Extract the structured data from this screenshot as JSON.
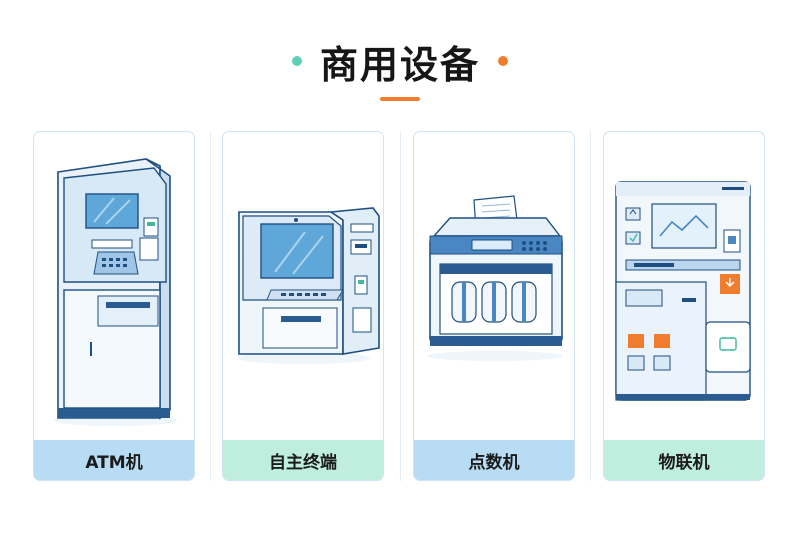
{
  "header": {
    "title": "商用设备",
    "left_dot_color": "#5fd0b5",
    "right_dot_color": "#f07d2e",
    "underline_color": "#f07d2e"
  },
  "cards": [
    {
      "label": "ATM机",
      "icon": "atm-machine",
      "label_bg": "#b7dcf3"
    },
    {
      "label": "自主终端",
      "icon": "self-service-terminal",
      "label_bg": "#bfeede"
    },
    {
      "label": "点数机",
      "icon": "money-counter",
      "label_bg": "#b7dcf3"
    },
    {
      "label": "物联机",
      "icon": "iot-kiosk",
      "label_bg": "#bfeede"
    }
  ]
}
